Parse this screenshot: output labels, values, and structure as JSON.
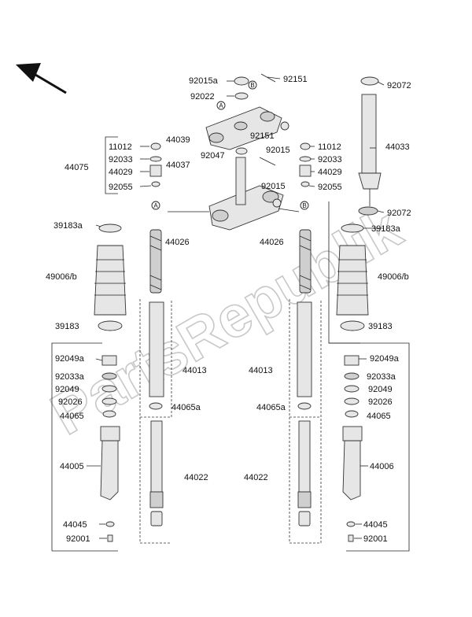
{
  "watermark": "PartsRepublik",
  "markers": {
    "a": "A",
    "b": "B"
  },
  "labels": {
    "l92015a": "92015a",
    "l92151a": "92151",
    "l92022": "92022",
    "l92072a": "92072",
    "l44039": "44039",
    "l11012L": "11012",
    "l92033L": "92033",
    "l44075": "44075",
    "l44029L": "44029",
    "l92055L": "92055",
    "l44037": "44037",
    "l92047": "92047",
    "l92151b": "92151",
    "l92015b": "92015",
    "l11012R": "11012",
    "l92033R": "92033",
    "l44029R": "44029",
    "l92055R": "92055",
    "l92015c": "92015",
    "l44033": "44033",
    "l92072b": "92072",
    "l39183aL": "39183a",
    "l39183aR": "39183a",
    "l44026L": "44026",
    "l44026R": "44026",
    "l49006L": "49006/b",
    "l49006R": "49006/b",
    "l39183L": "39183",
    "l39183R": "39183",
    "l92049aL": "92049a",
    "l92049aR": "92049a",
    "l44013L": "44013",
    "l44013R": "44013",
    "l92033aL": "92033a",
    "l92033aR": "92033a",
    "l92049L": "92049",
    "l92049R": "92049",
    "l92026L": "92026",
    "l92026R": "92026",
    "l44065aL": "44065a",
    "l44065aR": "44065a",
    "l44065L": "44065",
    "l44065R": "44065",
    "l44005": "44005",
    "l44006": "44006",
    "l44022L": "44022",
    "l44022R": "44022",
    "l44045L": "44045",
    "l44045R": "44045",
    "l92001L": "92001",
    "l92001R": "92001"
  }
}
